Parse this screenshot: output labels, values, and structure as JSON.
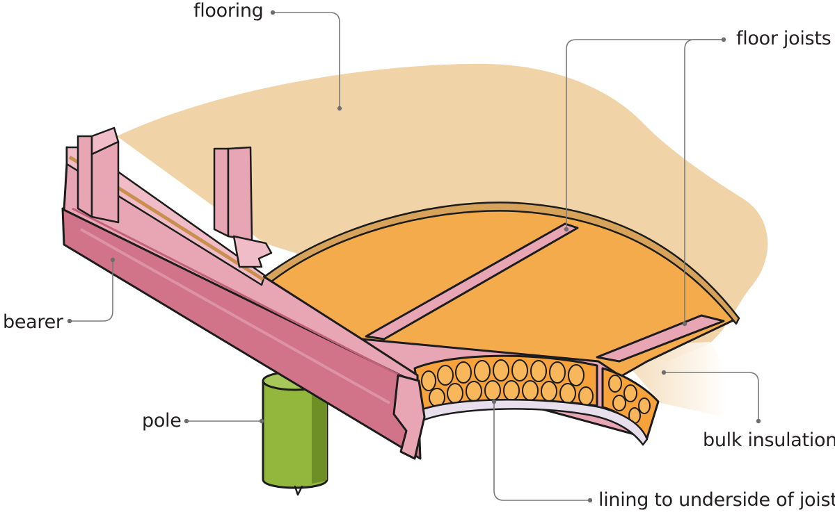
{
  "labels": {
    "flooring": "flooring",
    "floor_joists": "floor joists",
    "bearer": "bearer",
    "pole": "pole",
    "bulk_insulation": "bulk insulation",
    "lining": "lining to underside of joists"
  },
  "colors": {
    "flooring": "#f1d3a8",
    "insulation_top": "#f4ab4c",
    "insulation_cells": "#f7a23a",
    "timber": "#e8a5b4",
    "timber_dark": "#d27489",
    "pole": "#93b63c",
    "pole_dark": "#6e8e26",
    "lining": "#e7e0ec",
    "outline": "#1c1c1c",
    "leader": "#7a7a7a"
  }
}
